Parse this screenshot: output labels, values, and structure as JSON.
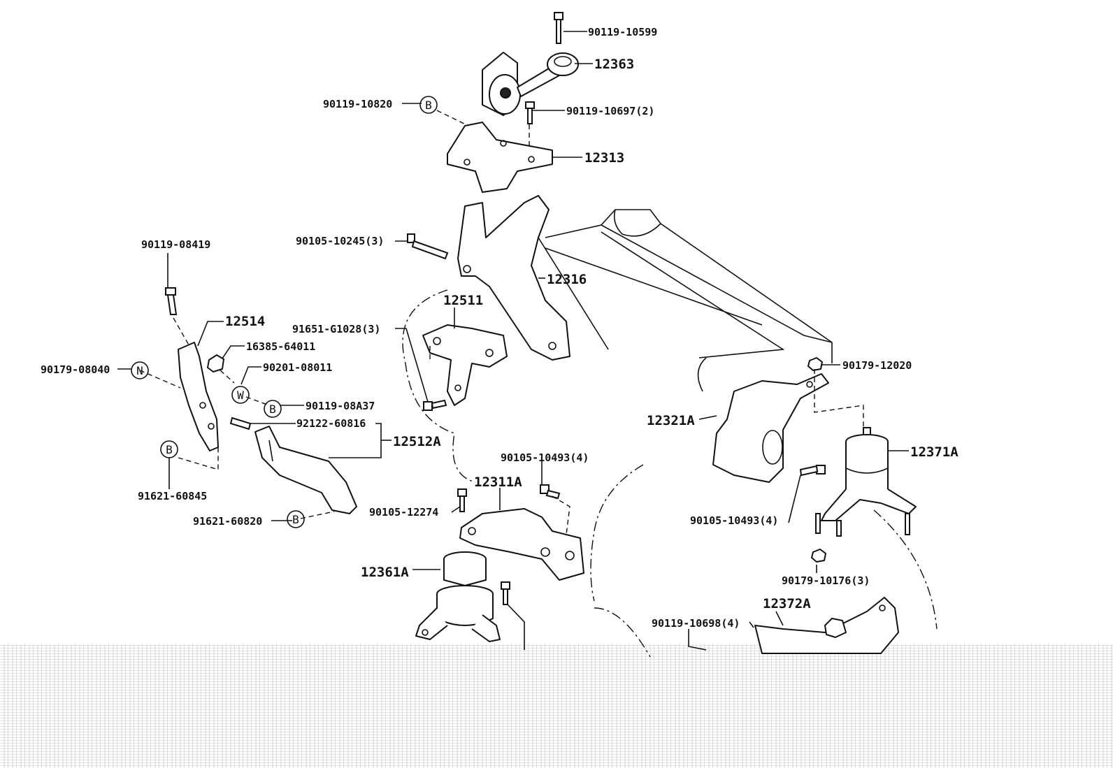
{
  "callouts": {
    "c90119_10599": "90119-10599",
    "c12363": "12363",
    "c90119_10820": "90119-10820",
    "c90119_10697": "90119-10697(2)",
    "c12313": "12313",
    "c90105_10245": "90105-10245(3)",
    "c12316": "12316",
    "c90119_08419": "90119-08419",
    "c12514": "12514",
    "c12511": "12511",
    "c91651_G1028": "91651-G1028(3)",
    "c16385_64011": "16385-64011",
    "c90179_08040": "90179-08040",
    "c90201_08011": "90201-08011",
    "c90119_08A37": "90119-08A37",
    "c92122_60816": "92122-60816",
    "c12512A": "12512A",
    "c91621_60845": "91621-60845",
    "c91621_60820": "91621-60820",
    "c90179_12020": "90179-12020",
    "c12321A": "12321A",
    "c12371A": "12371A",
    "c90105_10493a": "90105-10493(4)",
    "c12311A": "12311A",
    "c90105_12274": "90105-12274",
    "c90105_10493b": "90105-10493(4)",
    "c12361A": "12361A",
    "c90179_10176": "90179-10176(3)",
    "c12372A": "12372A",
    "c90119_10698": "90119-10698(4)"
  },
  "tags": {
    "B": "B",
    "N": "N",
    "W": "W"
  },
  "colors": {
    "ink": "#111111",
    "paper": "#ffffff"
  }
}
